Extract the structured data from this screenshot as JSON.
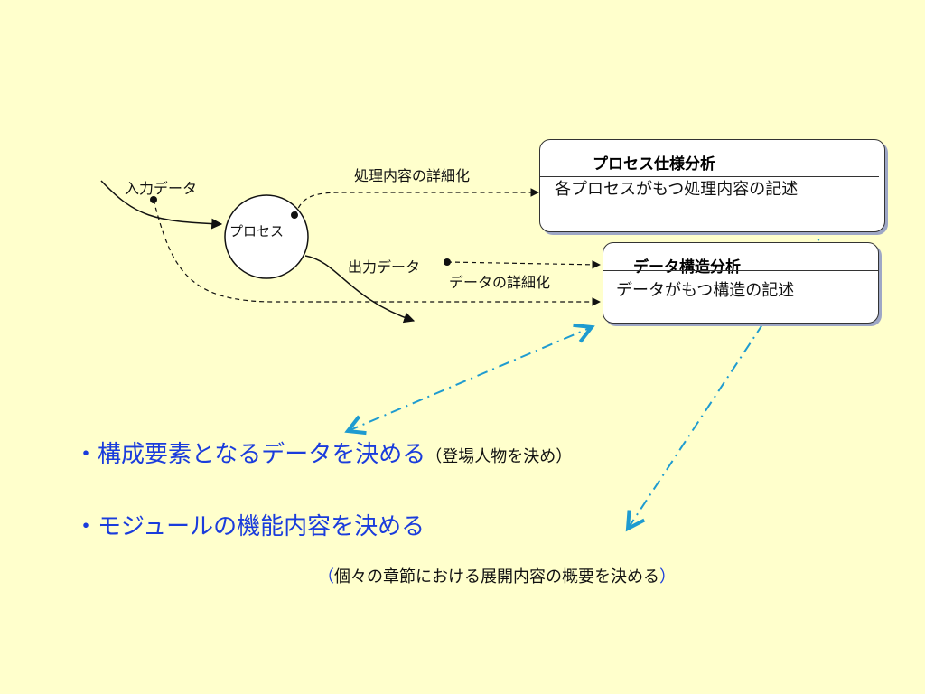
{
  "diagram": {
    "input_label": "入力データ",
    "process_label": "プロセス",
    "detail_process_label": "処理内容の詳細化",
    "output_label": "出力データ",
    "detail_data_label": "データの詳細化"
  },
  "boxes": {
    "process_spec": {
      "title": "プロセス仕様分析",
      "desc": "各プロセスがもつ処理内容の記述"
    },
    "data_struct": {
      "title": "データ構造分析",
      "desc": "データがもつ構造の記述"
    }
  },
  "bullets": {
    "b1_main": "・構成要素となるデータを決める",
    "b1_paren_open": "（",
    "b1_sub": "登場人物を決め",
    "b1_paren_close": "）",
    "b2_main": "・モジュールの機能内容を決める",
    "b2_paren_open": "（",
    "b2_sub": "個々の章節における展開内容の概要を決める",
    "b2_paren_close": "）"
  },
  "colors": {
    "background": "#ffffcc",
    "accent_blue": "#1a3cdc",
    "arrow_teal": "#1e9bd0"
  }
}
